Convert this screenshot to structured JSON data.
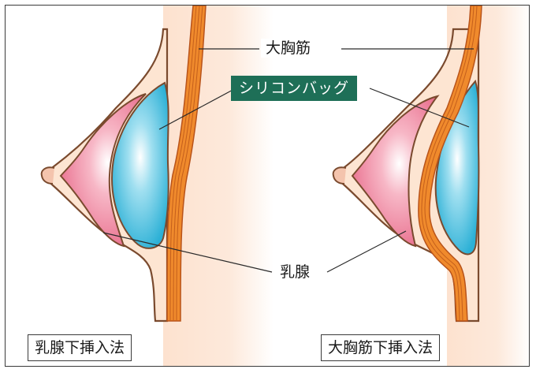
{
  "labels": {
    "pectoralis": "大胸筋",
    "silicone_bag": "シリコンバッグ",
    "mammary_gland": "乳腺"
  },
  "methods": {
    "subglandular": "乳腺下挿入法",
    "submuscular": "大胸筋下挿入法"
  },
  "colors": {
    "badge_bg": "#1e6f57",
    "skin": "#fde5d2",
    "skin_outline": "#7a4a2e",
    "muscle": "#f08a2c",
    "gland": "#ec7e98",
    "implant": "#3cb9da"
  }
}
